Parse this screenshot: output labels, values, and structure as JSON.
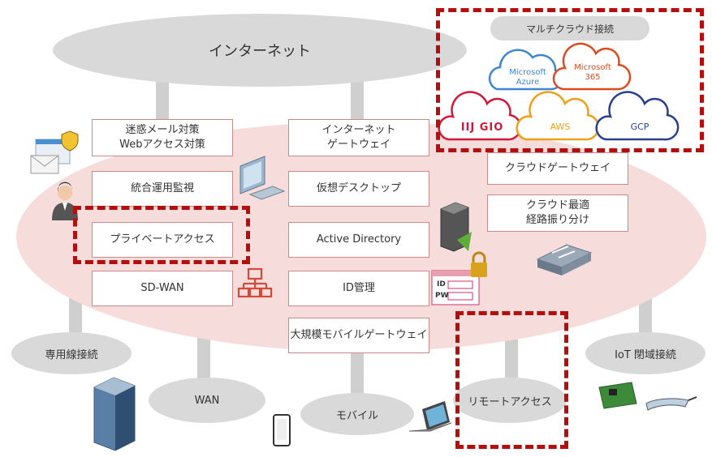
{
  "internet": {
    "label": "インターネット"
  },
  "multicloud": {
    "title": "マルチクラウド接続",
    "clouds": [
      {
        "name": "Microsoft\nAzure",
        "color": "#3f86d1"
      },
      {
        "name": "Microsoft\n365",
        "color": "#dd4b21"
      },
      {
        "name": "IIJ GIO",
        "color": "#d2193a"
      },
      {
        "name": "AWS",
        "color": "#f0a018"
      },
      {
        "name": "GCP",
        "color": "#2a3f8f"
      }
    ]
  },
  "services": {
    "spam": "迷惑メール対策\nWebアクセス対策",
    "inet_gw": "インターネット\nゲートウェイ",
    "cloud_gw": "クラウドゲートウェイ",
    "monitor": "統合運用監視",
    "vdesk": "仮想デスクトップ",
    "cloud_route": "クラウド最適\n経路振り分け",
    "private_access": "プライベートアクセス",
    "active_directory": "Active Directory",
    "sdwan": "SD-WAN",
    "id_mgmt": "ID管理",
    "mobile_gw": "大規模モバイルゲートウェイ"
  },
  "networks": {
    "leased": "専用線接続",
    "wan": "WAN",
    "mobile": "モバイル",
    "remote": "リモートアクセス",
    "iot": "IoT 閉域接続"
  },
  "id_form": {
    "id": "ID",
    "pw": "PW"
  },
  "colors": {
    "pink_field": "#f7dcdc",
    "gray_ellipse": "#d9d9d9",
    "highlight_dash": "#b30f0f",
    "box_border": "#c98a8a"
  }
}
